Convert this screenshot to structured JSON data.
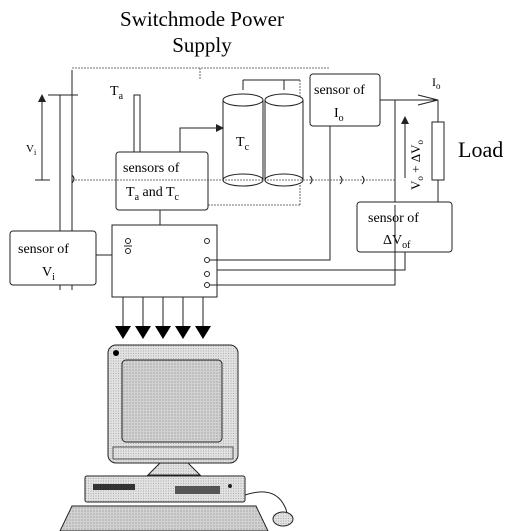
{
  "title": {
    "line1": "Switchmode Power",
    "line2": "Supply"
  },
  "labels": {
    "ta": "T",
    "ta_sub": "a",
    "tc": "T",
    "tc_sub": "c",
    "io": "I",
    "io_sub": "o",
    "vi": "V",
    "vi_sub": "i",
    "load": "Load",
    "vo_expr": "V",
    "vo_sub": "o",
    "vo_plus": " + ΔV",
    "vo_plus_sub": "o"
  },
  "blocks": {
    "sensor_ta_tc_line1": "sensors of",
    "sensor_ta_tc_line2": "T",
    "sensor_ta_tc_sub_a": "a",
    "sensor_ta_tc_and": " and T",
    "sensor_ta_tc_sub_c": "c",
    "sensor_io_line1": "sensor of",
    "sensor_io_line2": "I",
    "sensor_io_sub": "o",
    "sensor_vi_line1": "sensor of",
    "sensor_vi_line2": "V",
    "sensor_vi_sub": "i",
    "sensor_dvof_line1": "sensor of",
    "sensor_dvof_line2": "ΔV",
    "sensor_dvof_sub": "of"
  },
  "colors": {
    "line": "#222222",
    "screen": "#bdbdbd",
    "monitor": "#e6e6e6"
  },
  "icons": [
    "arrow-down-icon",
    "computer-icon"
  ]
}
